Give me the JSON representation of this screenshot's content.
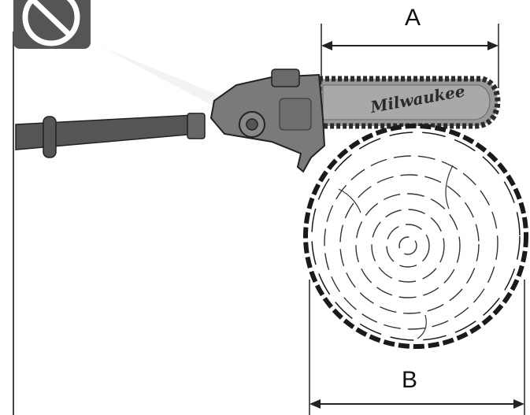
{
  "prohibition_icon": "prohibition-icon",
  "dimensions": {
    "a_label": "A",
    "b_label": "B"
  },
  "saw": {
    "brand": "Milwaukee"
  },
  "colors": {
    "icon_fill": "#555555",
    "saw_body": "#7a7a7a",
    "chain": "#2b2b2b"
  }
}
